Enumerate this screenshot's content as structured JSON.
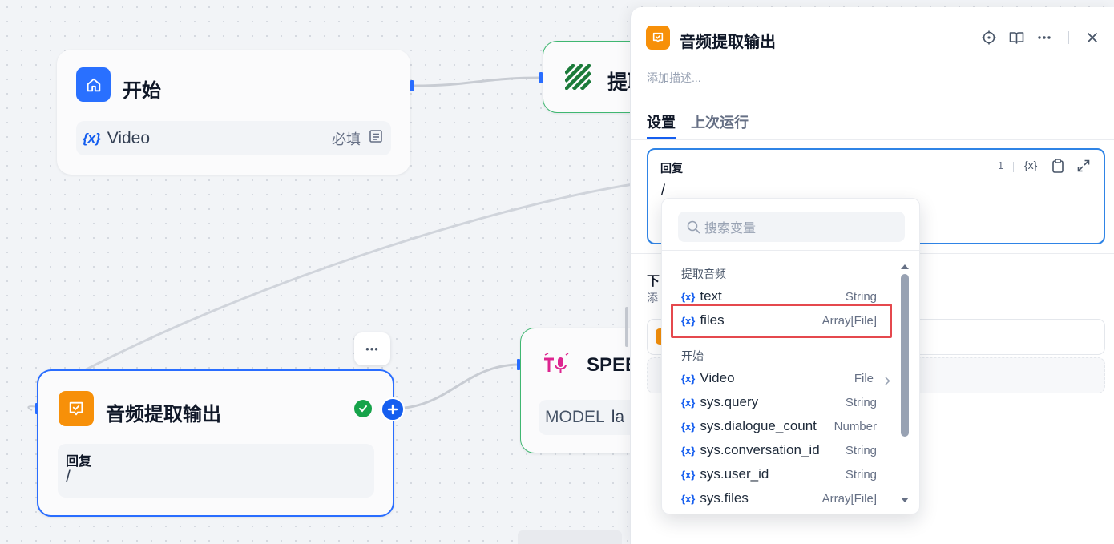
{
  "colors": {
    "accent": "#155eef",
    "start_icon_bg": "#2970ff",
    "answer_icon_bg": "#f79009",
    "speech_icon": "#dd2590",
    "extract_icon": "#1b7b3a",
    "success": "#16a34a",
    "highlight_box": "#e5484d"
  },
  "canvas": {
    "start_node": {
      "title": "开始",
      "variable_name": "Video",
      "variable_required": "必填",
      "var_icon": "{x}"
    },
    "extract_node": {
      "title": "提取"
    },
    "answer_node": {
      "title": "音频提取输出",
      "field_label": "回复",
      "field_value": "/",
      "more_label": "•••"
    },
    "speech_node": {
      "title": "SPEE",
      "model_label": "MODEL",
      "model_value": "la"
    }
  },
  "panel": {
    "title": "音频提取输出",
    "description_placeholder": "添加描述...",
    "tabs": [
      {
        "label": "设置",
        "active": true
      },
      {
        "label": "上次运行",
        "active": false
      }
    ],
    "reply": {
      "label": "回复",
      "value": "/",
      "counter": "1",
      "var_button": "{x}"
    },
    "below_section": {
      "title": "下",
      "subtitle": "添"
    }
  },
  "dropdown": {
    "search_placeholder": "搜索变量",
    "groups": [
      {
        "name": "提取音频",
        "items": [
          {
            "name": "text",
            "type": "String",
            "highlighted": false
          },
          {
            "name": "files",
            "type": "Array[File]",
            "highlighted": true
          }
        ]
      },
      {
        "name": "开始",
        "items": [
          {
            "name": "Video",
            "type": "File",
            "has_arrow": true
          },
          {
            "name": "sys.query",
            "type": "String"
          },
          {
            "name": "sys.dialogue_count",
            "type": "Number"
          },
          {
            "name": "sys.conversation_id",
            "type": "String"
          },
          {
            "name": "sys.user_id",
            "type": "String"
          },
          {
            "name": "sys.files",
            "type": "Array[File]"
          }
        ]
      }
    ],
    "var_icon": "{x}"
  }
}
